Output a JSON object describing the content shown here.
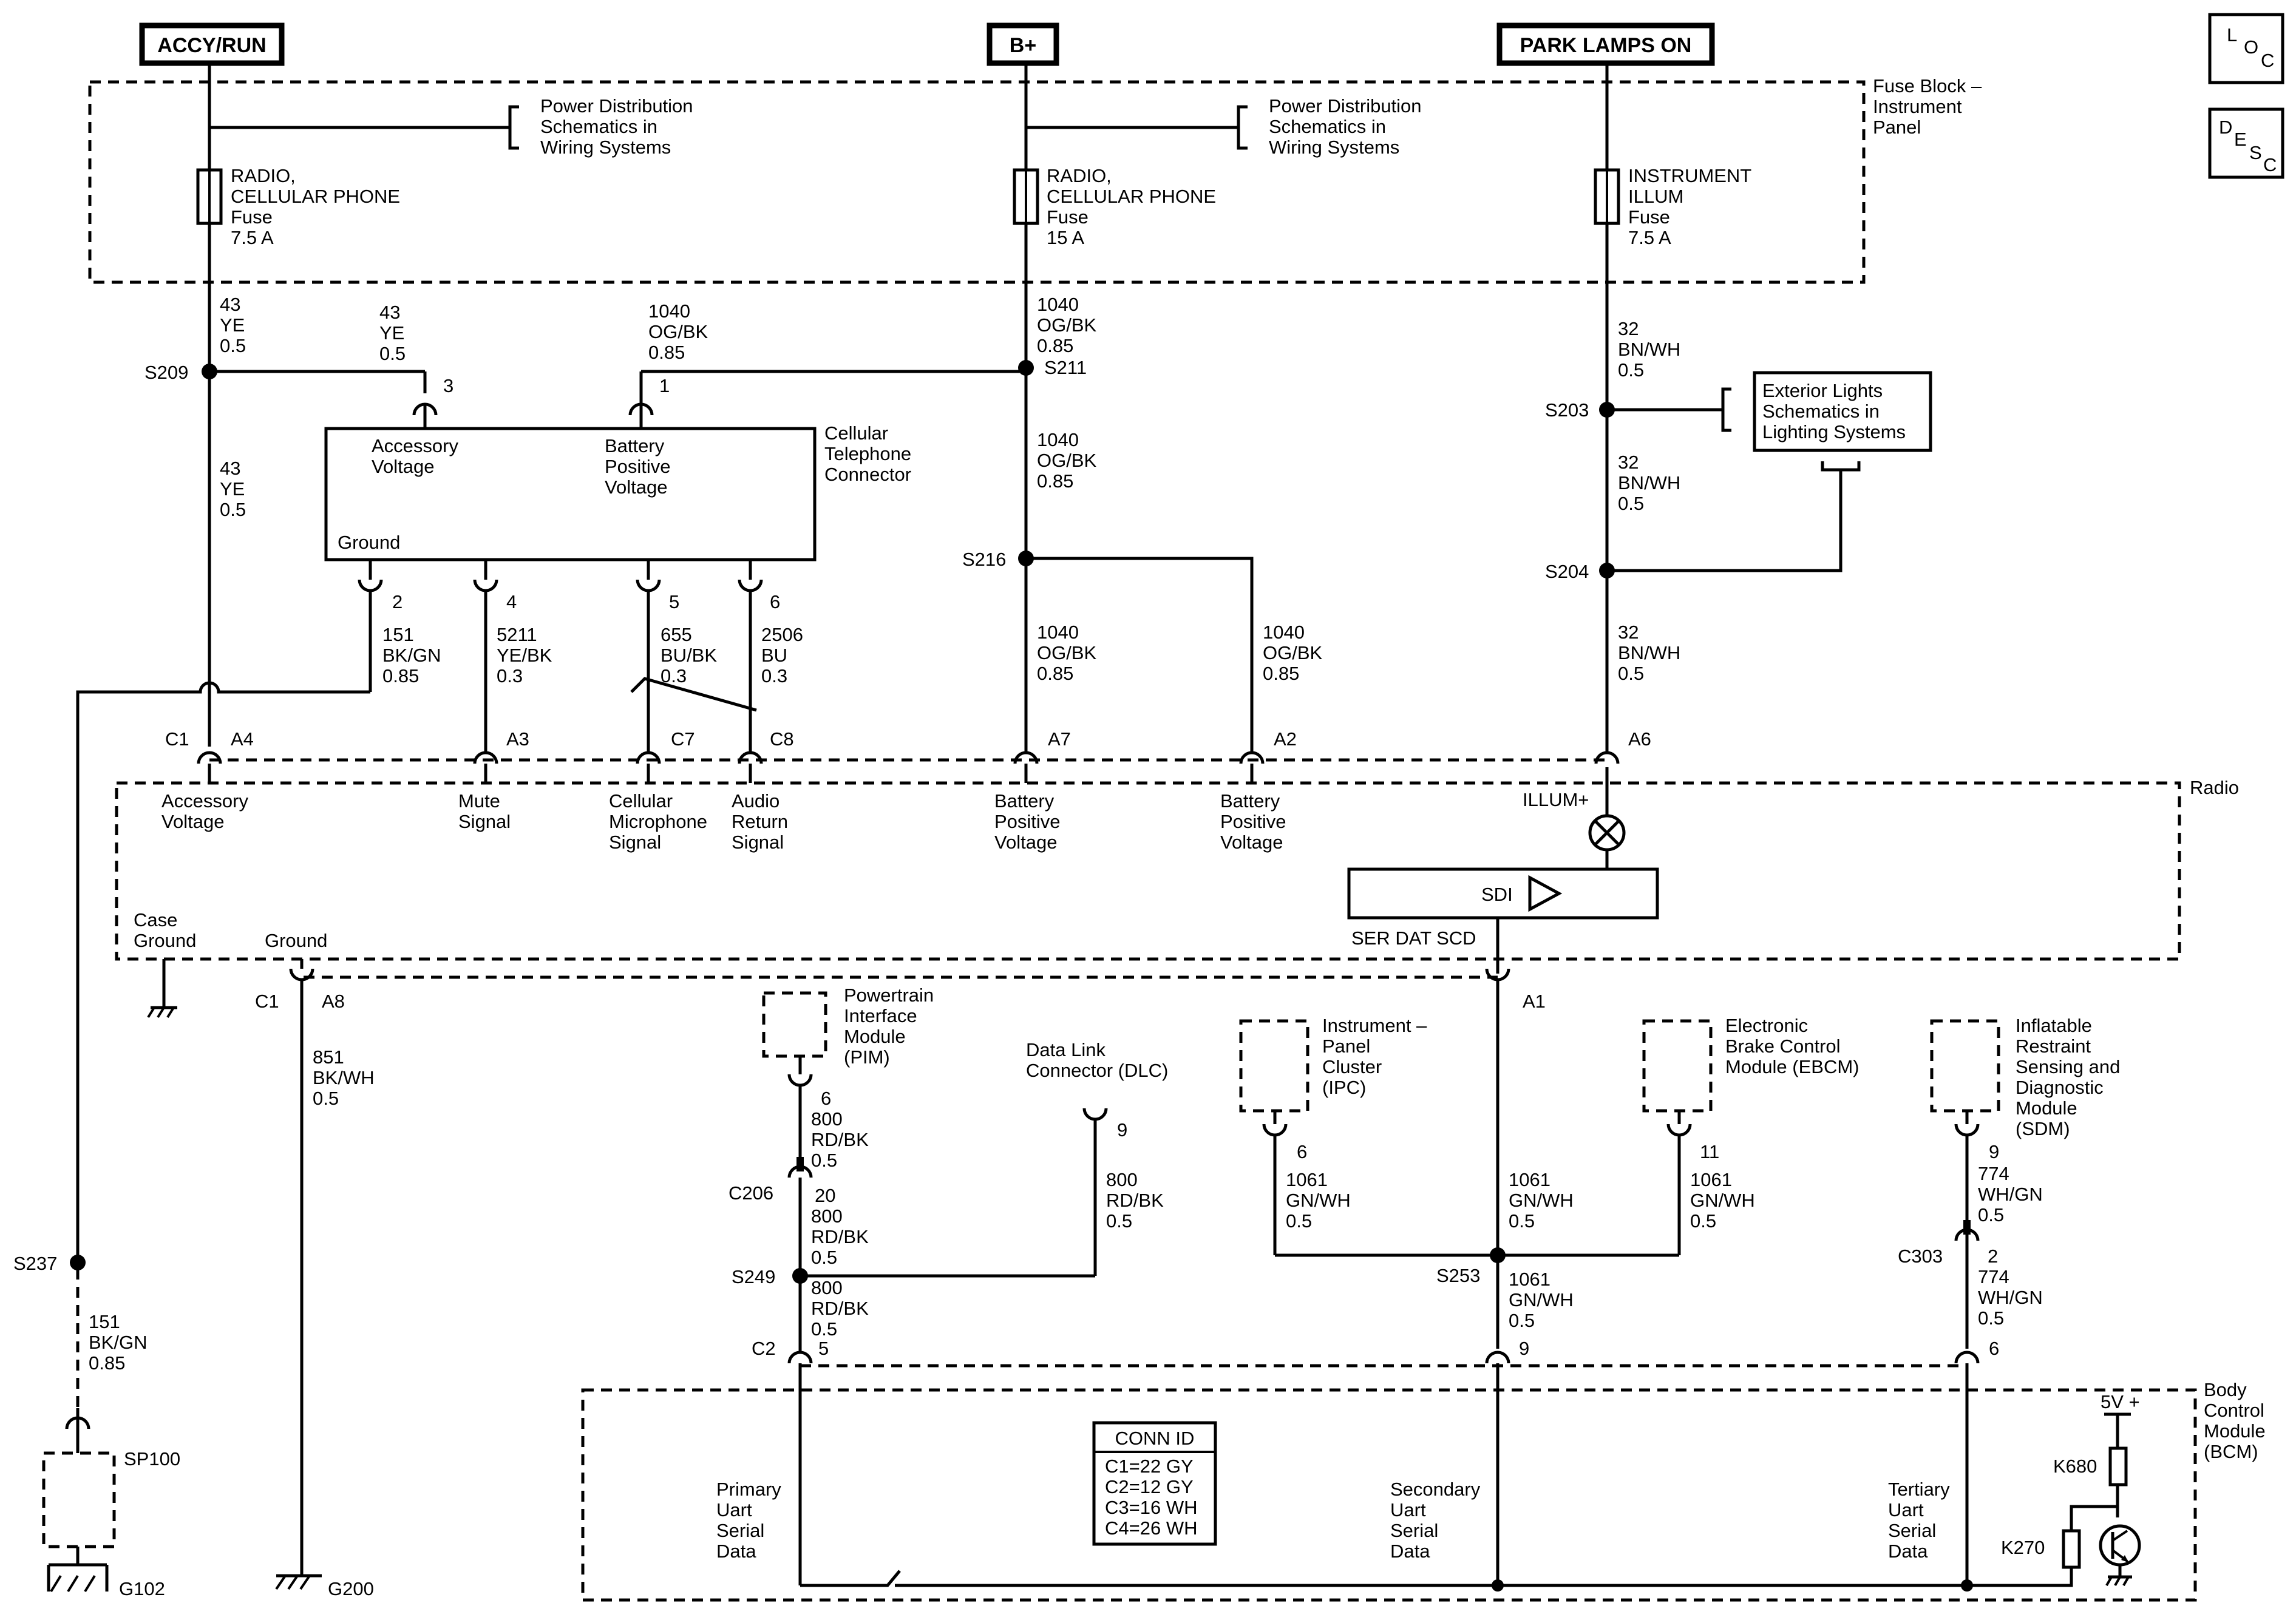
{
  "sources": {
    "accy_run": "ACCY/RUN",
    "b_plus": "B+",
    "park_lamps": "PARK LAMPS ON"
  },
  "corner_codes": {
    "loc": [
      "L",
      "O",
      "C"
    ],
    "desc": [
      "D",
      "E",
      "S",
      "C"
    ]
  },
  "fuse_block": {
    "title": [
      "Fuse Block –",
      "Instrument",
      "Panel"
    ],
    "power_dist_ref": [
      "Power Distribution",
      "Schematics in",
      "Wiring Systems"
    ],
    "fuse_radio_accy": [
      "RADIO,",
      "CELLULAR PHONE",
      "Fuse",
      "7.5 A"
    ],
    "fuse_radio_batt": [
      "RADIO,",
      "CELLULAR PHONE",
      "Fuse",
      "15 A"
    ],
    "fuse_illum": [
      "INSTRUMENT",
      "ILLUM",
      "Fuse",
      "7.5 A"
    ]
  },
  "wires": {
    "w43": [
      "43",
      "YE",
      "0.5"
    ],
    "w1040": [
      "1040",
      "OG/BK",
      "0.85"
    ],
    "w32": [
      "32",
      "BN/WH",
      "0.5"
    ],
    "w151": [
      "151",
      "BK/GN",
      "0.85"
    ],
    "w5211": [
      "5211",
      "YE/BK",
      "0.3"
    ],
    "w655": [
      "655",
      "BU/BK",
      "0.3"
    ],
    "w2506": [
      "2506",
      "BU",
      "0.3"
    ],
    "w851": [
      "851",
      "BK/WH",
      "0.5"
    ],
    "w800_rdbk": [
      "800",
      "RD/BK",
      "0.5"
    ],
    "w800_20": [
      "20",
      "800",
      "RD/BK",
      "0.5"
    ],
    "w1061": [
      "1061",
      "GN/WH",
      "0.5"
    ],
    "w774": [
      "774",
      "WH/GN",
      "0.5"
    ],
    "w774_2": [
      "2",
      "774",
      "WH/GN",
      "0.5"
    ]
  },
  "splices": {
    "s209": "S209",
    "s211": "S211",
    "s203": "S203",
    "s204": "S204",
    "s216": "S216",
    "s237": "S237",
    "s249": "S249",
    "s253": "S253",
    "c206": "C206",
    "c303": "C303"
  },
  "exterior_lights": [
    "Exterior Lights",
    "Schematics in",
    "Lighting Systems"
  ],
  "cell_connector": {
    "title": [
      "Cellular",
      "Telephone",
      "Connector"
    ],
    "accessory": [
      "Accessory",
      "Voltage"
    ],
    "battery": [
      "Battery",
      "Positive",
      "Voltage"
    ],
    "ground": "Ground",
    "pins": {
      "p1": "1",
      "p2": "2",
      "p3": "3",
      "p4": "4",
      "p5": "5",
      "p6": "6"
    }
  },
  "radio": {
    "title": "Radio",
    "conn_top": {
      "c1": "C1",
      "a4": "A4",
      "a3": "A3",
      "c7": "C7",
      "c8": "C8",
      "a7": "A7",
      "a2": "A2",
      "a6": "A6"
    },
    "accessory": [
      "Accessory",
      "Voltage"
    ],
    "mute": [
      "Mute",
      "Signal"
    ],
    "cell_mic": [
      "Cellular",
      "Microphone",
      "Signal"
    ],
    "audio_ret": [
      "Audio",
      "Return",
      "Signal"
    ],
    "batt1": [
      "Battery",
      "Positive",
      "Voltage"
    ],
    "batt2": [
      "Battery",
      "Positive",
      "Voltage"
    ],
    "illum": "ILLUM+",
    "sdi": "SDI",
    "ser_dat": "SER DAT SCD",
    "case_ground": [
      "Case",
      "Ground"
    ],
    "ground": "Ground",
    "conn_bottom": {
      "c1": "C1",
      "a8": "A8",
      "a1": "A1"
    }
  },
  "modules": {
    "pim": [
      "Powertrain",
      "Interface",
      "Module",
      "(PIM)"
    ],
    "dlc": [
      "Data Link",
      "Connector (DLC)"
    ],
    "ipc": [
      "Instrument –",
      "Panel",
      "Cluster",
      "(IPC)"
    ],
    "ebcm": [
      "Electronic",
      "Brake Control",
      "Module (EBCM)"
    ],
    "sdm": [
      "Inflatable",
      "Restraint",
      "Sensing and",
      "Diagnostic",
      "Module",
      "(SDM)"
    ]
  },
  "module_pins": {
    "pim": "6",
    "dlc": "9",
    "ipc": "6",
    "ebcm": "11",
    "sdm": "9"
  },
  "bcm": {
    "title": [
      "Body",
      "Control",
      "Module",
      "(BCM)"
    ],
    "c2": "C2",
    "pin5": "5",
    "pin9": "9",
    "pin6": "6",
    "primary": [
      "Primary",
      "Uart",
      "Serial",
      "Data"
    ],
    "secondary": [
      "Secondary",
      "Uart",
      "Serial",
      "Data"
    ],
    "tertiary": [
      "Tertiary",
      "Uart",
      "Serial",
      "Data"
    ],
    "five_v": "5V +",
    "k680": "K680",
    "k270": "K270"
  },
  "conn_id": {
    "title": "CONN ID",
    "rows": [
      "C1=22 GY",
      "C2=12 GY",
      "C3=16 WH",
      "C4=26 WH"
    ]
  },
  "grounds": {
    "sp100": "SP100",
    "g102": "G102",
    "g200": "G200"
  }
}
